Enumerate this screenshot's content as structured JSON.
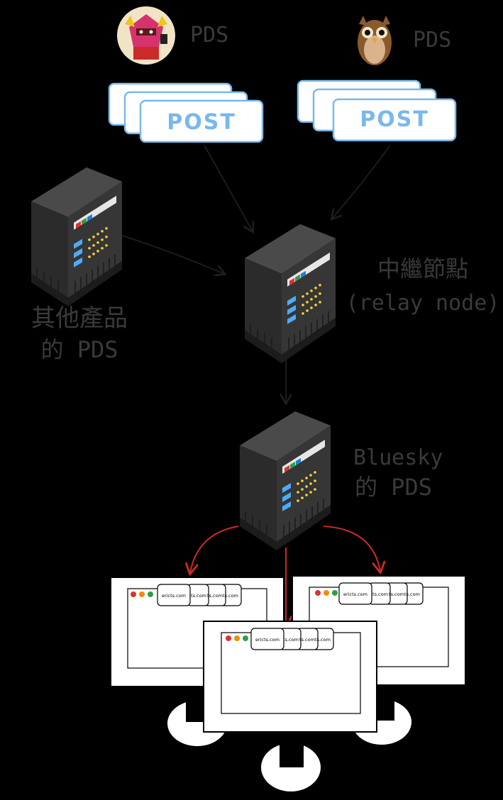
{
  "pds_top_left": "PDS",
  "pds_top_right": "PDS",
  "post_label": "POST",
  "relay_label_zh": "中繼節點",
  "relay_label_en": "(relay node)",
  "other_pds_line1": "其他產品",
  "other_pds_line2": "的 PDS",
  "bluesky_line1": "Bluesky",
  "bluesky_line2": "的 PDS",
  "tab_label": "ericts.com",
  "tab_label_short": "ts.com",
  "colors": {
    "post_border": "#7ab8ec",
    "arrow_dark": "#1a1a1a",
    "arrow_red": "#c92a2a",
    "label_gray": "#3a3a3a"
  }
}
